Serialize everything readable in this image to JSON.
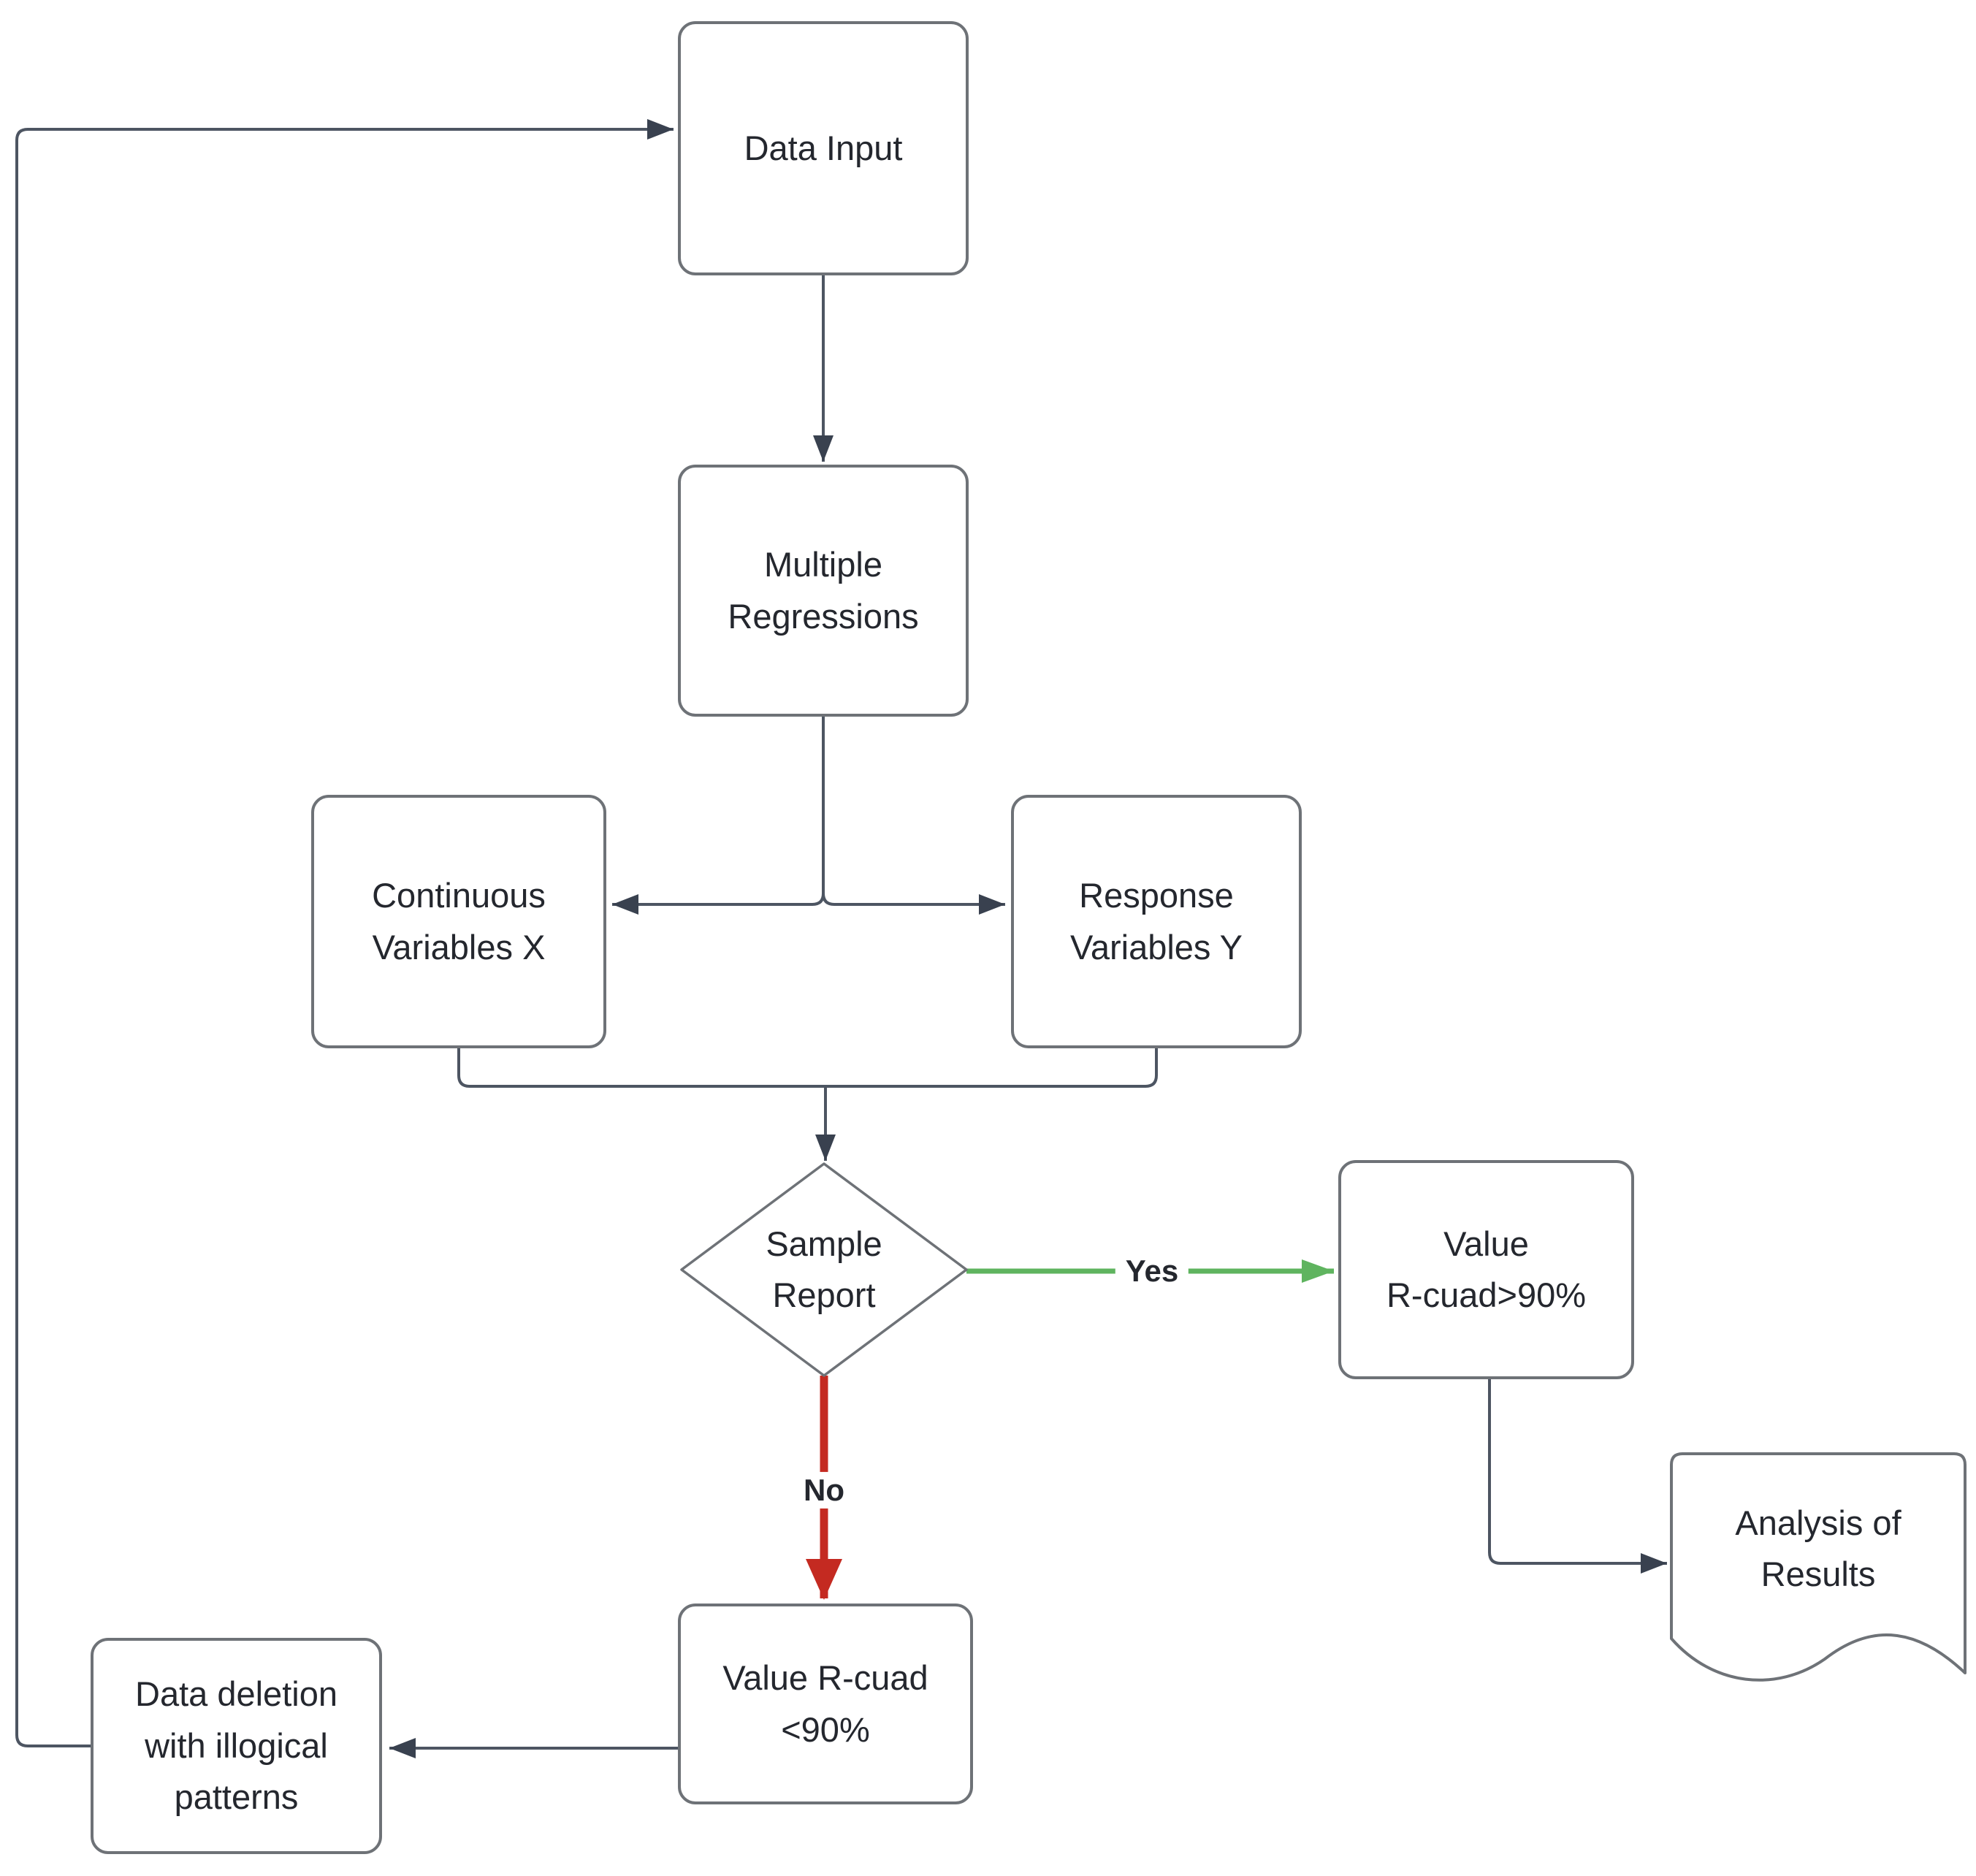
{
  "diagram": {
    "nodes": {
      "data_input": {
        "label": "Data Input"
      },
      "multiple_regressions": {
        "label": "Multiple\nRegressions"
      },
      "continuous_x": {
        "label": "Continuous\nVariables X"
      },
      "response_y": {
        "label": "Response\nVariables Y"
      },
      "sample_report": {
        "label": "Sample\nReport"
      },
      "value_r_gt_90": {
        "label": "Value\nR-cuad>90%"
      },
      "analysis_results": {
        "label": "Analysis of\nResults"
      },
      "value_r_lt_90": {
        "label": "Value R-cuad\n<90%"
      },
      "data_deletion": {
        "label": "Data deletion\nwith illogical\npatterns"
      }
    },
    "edge_labels": {
      "yes": "Yes",
      "no": "No"
    },
    "colors": {
      "bg": "#ffffff",
      "text": "#24272e",
      "node_border": "#6e7277",
      "connector": "#4d5562",
      "arrow": "#39414f",
      "yes_green": "#5fb45f",
      "no_red": "#c42a21"
    }
  }
}
